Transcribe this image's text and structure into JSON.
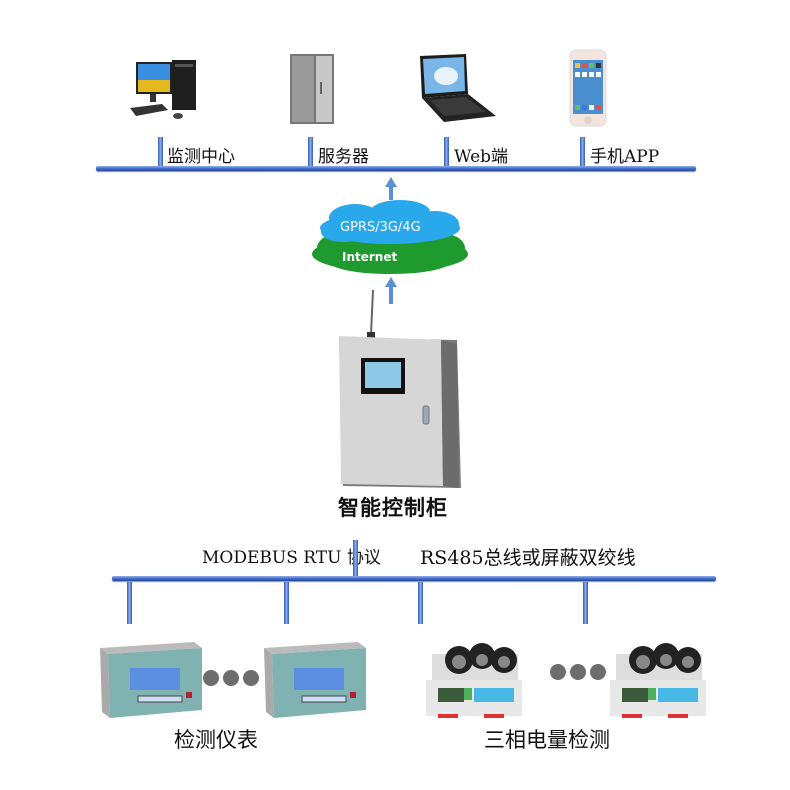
{
  "top_nodes": [
    {
      "label": "监测中心",
      "icon": "desktop-computer-icon"
    },
    {
      "label": "服务器",
      "icon": "server-icon"
    },
    {
      "label": "Web端",
      "icon": "laptop-icon"
    },
    {
      "label": "手机APP",
      "icon": "smartphone-icon"
    }
  ],
  "cloud": {
    "upper": "GPRS/3G/4G",
    "lower": "Internet"
  },
  "controller": {
    "label": "智能控制柜"
  },
  "bus": {
    "protocol": "MODEBUS RTU 协议",
    "medium": "RS485总线或屏蔽双绞线"
  },
  "bottom_groups": [
    {
      "label": "检测仪表",
      "icon": "meter-panel-icon"
    },
    {
      "label": "三相电量检测",
      "icon": "three-phase-module-icon"
    }
  ],
  "colors": {
    "bus": "#3a64c2",
    "arrow": "#5b8fd6",
    "cloud_upper": "#29a8ec",
    "cloud_lower": "#1e9a2e"
  }
}
